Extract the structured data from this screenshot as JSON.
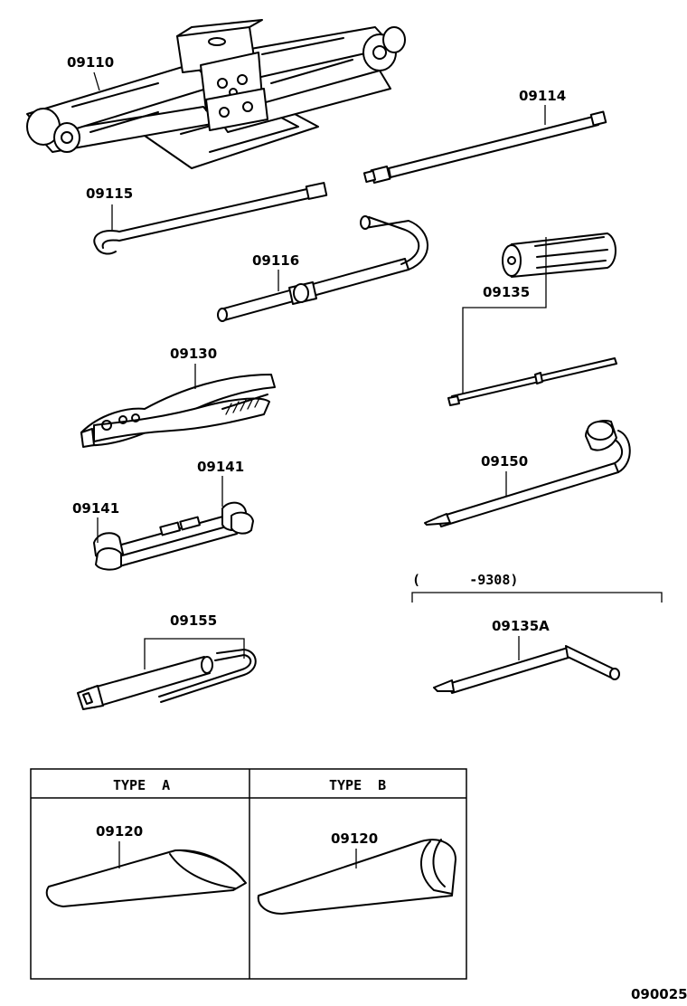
{
  "parts": {
    "jack": "09110",
    "extension_bar": "09114",
    "jack_handle": "09115",
    "jack_handle_2": "09116",
    "screwdriver": "09135",
    "pliers": "09130",
    "wrench_upper": "09141",
    "wrench_lower": "09141",
    "wheel_wrench": "09150",
    "tool_set": "09155",
    "range_note": "(      -9308)",
    "screwdriver_alt": "09135A"
  },
  "types_table": {
    "type_a": {
      "header": "TYPE  A",
      "part": "09120"
    },
    "type_b": {
      "header": "TYPE  B",
      "part": "09120"
    }
  },
  "figure_id": "090025"
}
